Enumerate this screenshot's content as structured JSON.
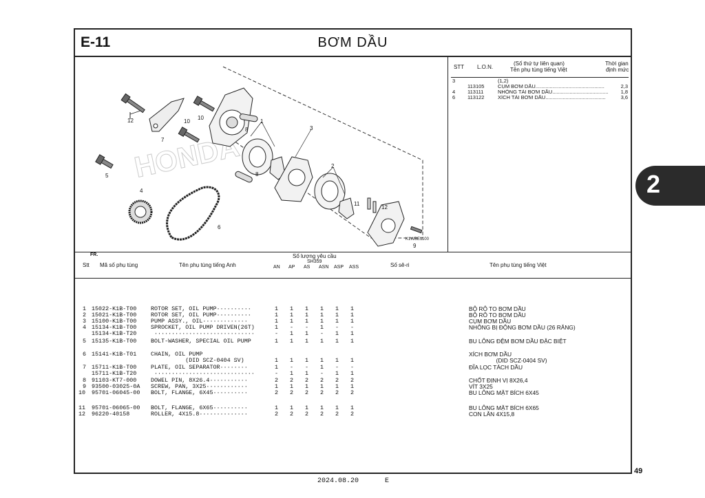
{
  "header": {
    "code": "E-11",
    "title": "BƠM DẦU"
  },
  "diagram": {
    "figure_code": "K1WBE1100",
    "fr_label": "FR.",
    "callouts": [
      "1",
      "2",
      "3",
      "4",
      "5",
      "6",
      "7",
      "8",
      "8",
      "9",
      "10",
      "10",
      "11",
      "12",
      "12"
    ]
  },
  "labor": {
    "headers": {
      "stt": "STT",
      "lon": "L.O.N.",
      "desc1": "(Số thứ tự liên quan)",
      "desc2": "Tên phụ tùng tiếng Việt",
      "time1": "Thời gian",
      "time2": "định mức"
    },
    "rows": [
      {
        "stt": "3",
        "lon": "",
        "desc": "(1,2)",
        "time": ""
      },
      {
        "stt": "",
        "lon": "113105",
        "desc": "CỤM BƠM DẦU................................................",
        "time": "2,3"
      },
      {
        "stt": "4",
        "lon": "113111",
        "desc": "NHÔNG TẢI BƠM DẦU.......................................",
        "time": "1,8"
      },
      {
        "stt": "6",
        "lon": "113122",
        "desc": "XÍCH TẢI BƠM DẦU..........................................",
        "time": "3,6"
      }
    ]
  },
  "parts": {
    "headers": {
      "stt": "Stt",
      "code": "Mã số phụ tùng",
      "name_en": "Tên phụ tùng tiếng Anh",
      "qty1": "Số lượng yêu cầu",
      "qty2": "SH359",
      "serial": "Số sê-ri",
      "name_vn": "Tên phụ tùng tiếng Việt",
      "cols": [
        "AN",
        "AP",
        "AS",
        "ASN",
        "ASP",
        "ASS"
      ]
    },
    "rows": [
      {
        "stt": "1",
        "code": "15022-K1B-T00",
        "en": "ROTOR SET, OIL PUMP··········",
        "q": [
          "1",
          "1",
          "1",
          "1",
          "1",
          "1"
        ],
        "vn": "BỘ RÔ TO BƠM DẦU"
      },
      {
        "stt": "2",
        "code": "15021-K1B-T00",
        "en": "ROTOR SET, OIL PUMP··········",
        "q": [
          "1",
          "1",
          "1",
          "1",
          "1",
          "1"
        ],
        "vn": "BỘ RÔ TO BƠM DẦU"
      },
      {
        "stt": "3",
        "code": "15100-K1B-T00",
        "en": "PUMP ASSY., OIL·············",
        "q": [
          "1",
          "1",
          "1",
          "1",
          "1",
          "1"
        ],
        "vn": "CỤM BƠM DẦU"
      },
      {
        "stt": "4",
        "code": "15134-K1B-T00",
        "en": "SPROCKET, OIL PUMP DRIVEN(26T)",
        "q": [
          "1",
          "-",
          "-",
          "1",
          "-",
          "-"
        ],
        "vn": "NHÔNG BỊ ĐỘNG BƠM DẦU (26 RĂNG)"
      },
      {
        "stt": "",
        "code": "15134-K1B-T20",
        "en": " ·····························",
        "q": [
          "-",
          "1",
          "1",
          "-",
          "1",
          "1"
        ],
        "vn": ""
      },
      {
        "stt": "5",
        "code": "15135-K1B-T00",
        "en": "BOLT-WASHER, SPECIAL OIL PUMP",
        "q": [
          "1",
          "1",
          "1",
          "1",
          "1",
          "1"
        ],
        "vn": "BU LÔNG ĐỆM BƠM DẦU ĐẶC BIỆT"
      },
      {
        "stt": "6",
        "code": "15141-K1B-T01",
        "en": "CHAIN, OIL PUMP",
        "q": [
          "",
          "",
          "",
          "",
          "",
          ""
        ],
        "vn": "XÍCH BƠM DẦU"
      },
      {
        "stt": "",
        "code": "",
        "en": "          (DID SCZ-0404 SV)",
        "q": [
          "1",
          "1",
          "1",
          "1",
          "1",
          "1"
        ],
        "vn": "                 (DID SCZ-0404 SV)"
      },
      {
        "stt": "7",
        "code": "15711-K1B-T00",
        "en": "PLATE, OIL SEPARATOR········",
        "q": [
          "1",
          "-",
          "-",
          "1",
          "-",
          "-"
        ],
        "vn": "ĐĨA LỌC TÁCH DẦU"
      },
      {
        "stt": "",
        "code": "15711-K1B-T20",
        "en": " ·····························",
        "q": [
          "-",
          "1",
          "1",
          "-",
          "1",
          "1"
        ],
        "vn": ""
      },
      {
        "stt": "8",
        "code": "91103-KT7-000",
        "en": "DOWEL PIN, 8X26.4···········",
        "q": [
          "2",
          "2",
          "2",
          "2",
          "2",
          "2"
        ],
        "vn": "CHỐT ĐỊNH VỊ 8X26,4"
      },
      {
        "stt": "9",
        "code": "93500-03025-0A",
        "en": "SCREW, PAN, 3X25············",
        "q": [
          "1",
          "1",
          "1",
          "1",
          "1",
          "1"
        ],
        "vn": "VÍT 3X25"
      },
      {
        "stt": "10",
        "code": "95701-06045-00",
        "en": "BOLT, FLANGE, 6X45··········",
        "q": [
          "2",
          "2",
          "2",
          "2",
          "2",
          "2"
        ],
        "vn": "BU LÔNG MẶT BÍCH 6X45"
      },
      {
        "stt": "11",
        "code": "95701-06065-00",
        "en": "BOLT, FLANGE, 6X65··········",
        "q": [
          "1",
          "1",
          "1",
          "1",
          "1",
          "1"
        ],
        "vn": "BU LÔNG MẶT BÍCH 6X65"
      },
      {
        "stt": "12",
        "code": "96220-40158",
        "en": "ROLLER, 4X15.8··············",
        "q": [
          "2",
          "2",
          "2",
          "2",
          "2",
          "2"
        ],
        "vn": "CON LĂN 4X15,8"
      }
    ]
  },
  "side_tab": "2",
  "page_number": "49",
  "footer": {
    "date": "2024.08.20",
    "letter": "E"
  }
}
